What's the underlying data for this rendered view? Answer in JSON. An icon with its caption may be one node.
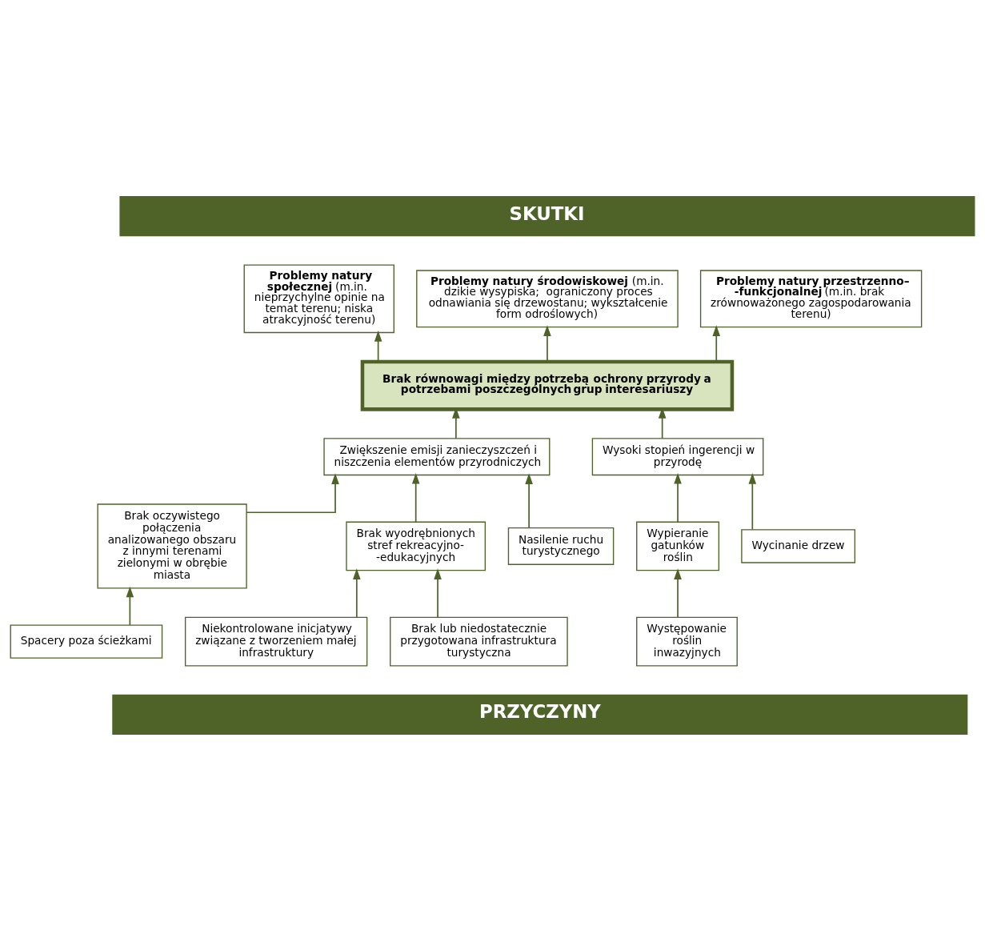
{
  "diagram": {
    "nodes": [
      {
        "text": [
          "SKUTKI"
        ]
      },
      {
        "text": [
          "**Problemy natury społecznej** (m.in. nieprzychylne opinie na temat terenu; niska atrakcyjność terenu)"
        ]
      },
      {
        "text": [
          "**Problemy natury środowiskowej** (m.in. dzikie wysypiska;  ograniczony proces odnawiania się drzewostanu; wykształcenie form odroślowych)"
        ]
      },
      {
        "text": [
          "**Problemy natury przestrzenno– -funkcjonalnej** (m.in. brak zrównoważonego zagospodarowania terenu)"
        ]
      },
      {
        "text": [
          "Brak równowagi między potrzebą ochrony przyrody a potrzebami poszczególnych grup interesariuszy"
        ]
      },
      {
        "text": [
          "Zwiększenie emisji zanieczyszczeń i niszczenia elementów przyrodniczych"
        ]
      },
      {
        "text": [
          "Wysoki stopień ingerencji w przyrodę"
        ]
      },
      {
        "text": [
          "Brak oczywistego połączenia analizowanego obszaru z innymi terenami zielonymi w obrębie miasta"
        ]
      },
      {
        "text": [
          "Brak wyodrębnionych stref rekreacyjno- -edukacyjnych"
        ]
      },
      {
        "text": [
          "Nasilenie ruchu turystycznego"
        ]
      },
      {
        "text": [
          "Wypieranie gatunków roślin"
        ]
      },
      {
        "text": [
          "Wycinanie drzew"
        ]
      },
      {
        "text": [
          "Spacery poza ścieżkami"
        ]
      },
      {
        "text": [
          "Niekontrolowane inicjatywy związane z tworzeniem małej infrastruktury"
        ]
      },
      {
        "text": [
          "Brak lub niedostatecznie przygotowana infrastruktura turystyczna"
        ]
      },
      {
        "text": [
          "Występowanie roślin inwazyjnych"
        ]
      },
      {
        "text": [
          "PRZYCZYNY"
        ]
      }
    ],
    "edges": [
      {
        "from": 4,
        "to": 1,
        "arrow": "to"
      },
      {
        "from": 4,
        "to": 2,
        "arrow": "to"
      },
      {
        "from": 4,
        "to": 3,
        "arrow": "to"
      },
      {
        "from": 5,
        "to": 4,
        "arrow": "to"
      },
      {
        "from": 6,
        "to": 4,
        "arrow": "to"
      },
      {
        "from": 7,
        "to": 5,
        "arrow": "to"
      },
      {
        "from": 8,
        "to": 5,
        "arrow": "to"
      },
      {
        "from": 9,
        "to": 5,
        "arrow": "to"
      },
      {
        "from": 10,
        "to": 6,
        "arrow": "to"
      },
      {
        "from": 11,
        "to": 6,
        "arrow": "to"
      },
      {
        "from": 12,
        "to": 7,
        "arrow": "to"
      },
      {
        "from": 13,
        "to": 8,
        "arrow": "to"
      },
      {
        "from": 14,
        "to": 8,
        "arrow": "to"
      },
      {
        "from": 15,
        "to": 10,
        "arrow": "to"
      }
    ]
  }
}
